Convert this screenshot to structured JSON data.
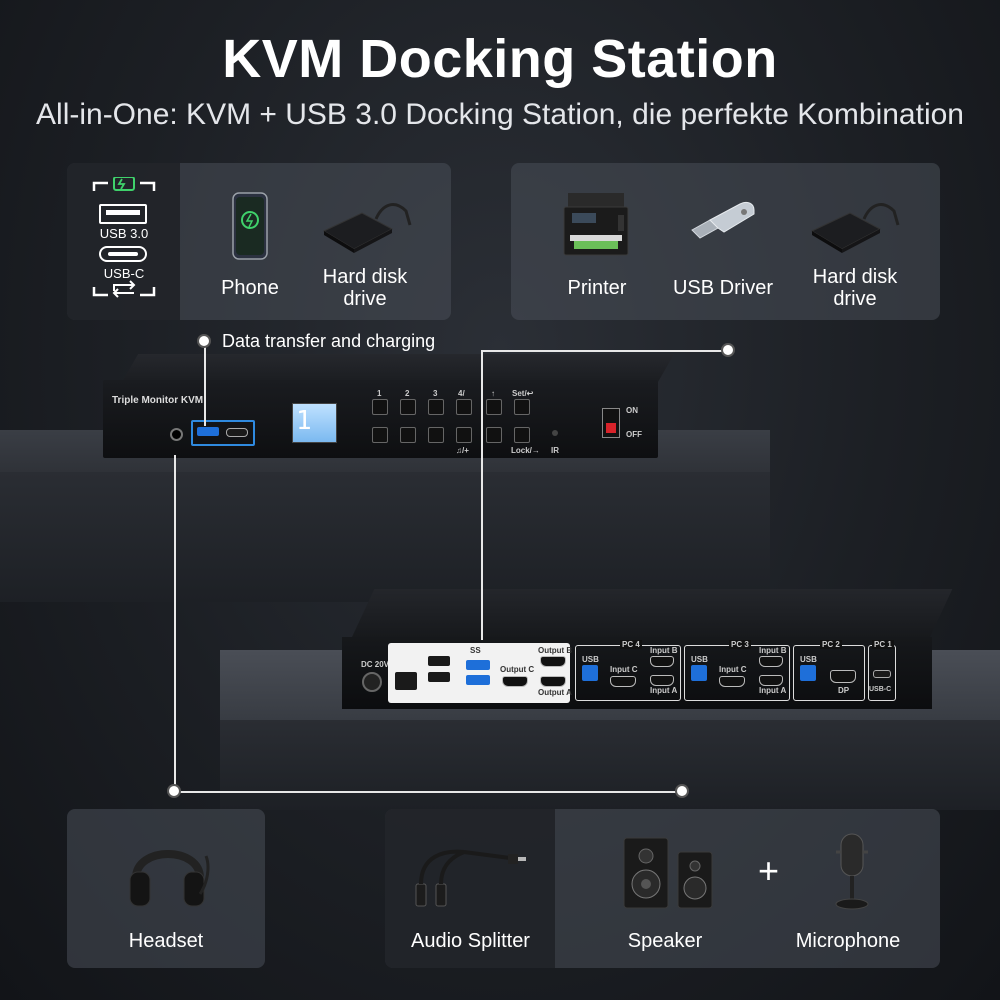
{
  "header": {
    "title": "KVM Docking Station",
    "subtitle": "All-in-One: KVM + USB 3.0 Docking Station, die perfekte Kombination"
  },
  "top_left_card": {
    "usb_label": "USB 3.0",
    "usbc_label": "USB-C",
    "items": [
      {
        "label": "Phone",
        "icon": "smartphone-icon"
      },
      {
        "label": "Hard disk drive",
        "icon": "external-hdd-icon"
      }
    ]
  },
  "top_right_card": {
    "items": [
      {
        "label": "Printer",
        "icon": "printer-icon"
      },
      {
        "label": "USB Driver",
        "icon": "usb-flash-drive-icon"
      },
      {
        "label": "Hard disk drive",
        "icon": "external-hdd-icon"
      }
    ]
  },
  "callout": {
    "data_transfer": "Data transfer and charging"
  },
  "front_panel": {
    "model_label": "Triple Monitor KVM",
    "display_digit": "1",
    "button_numbers": [
      "1",
      "2",
      "3",
      "4/",
      "↑",
      "Set/↩"
    ],
    "bottom_labels": [
      "",
      "",
      "",
      "♫/+",
      "",
      "Lock/→"
    ],
    "ir_label": "IR",
    "switch_on": "ON",
    "switch_off": "OFF"
  },
  "back_panel": {
    "dc_label": "DC 20V",
    "output_b": "Output B",
    "output_c": "Output C",
    "output_a": "Output A",
    "pc_groups": [
      {
        "name": "PC 4",
        "usb": "USB",
        "input_c": "Input C",
        "input_b": "Input B",
        "input_a": "Input A"
      },
      {
        "name": "PC 3",
        "usb": "USB",
        "input_c": "Input C",
        "input_b": "Input B",
        "input_a": "Input A"
      },
      {
        "name": "PC 2",
        "usb": "USB",
        "dp": "DP"
      },
      {
        "name": "PC 1",
        "usbc": "USB-C"
      }
    ],
    "ss_label": "SS"
  },
  "bottom_left_card": {
    "items": [
      {
        "label": "Headset",
        "icon": "headset-icon"
      }
    ]
  },
  "bottom_right_card": {
    "items": [
      {
        "label": "Audio Splitter",
        "icon": "audio-splitter-icon"
      },
      {
        "label": "Speaker",
        "icon": "speaker-icon"
      },
      {
        "label": "Microphone",
        "icon": "microphone-icon"
      }
    ],
    "plus": "+"
  },
  "colors": {
    "background": "#1c1f24",
    "card": "#484e58",
    "accent_blue": "#1e6fd9",
    "line": "#e8e8e8"
  }
}
